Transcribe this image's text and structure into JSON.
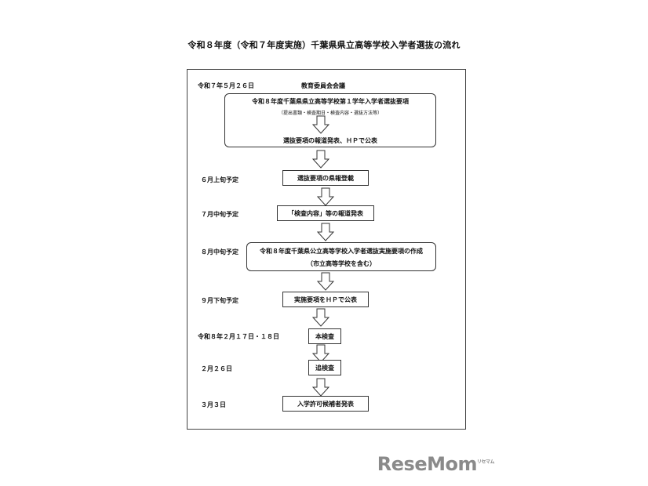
{
  "title": "令和８年度（令和７年度実施）千葉県県立高等学校入学者選抜の流れ",
  "steps": {
    "s1": {
      "date": "令和７年５月２６日",
      "heading": "教育委員会会議",
      "line1": "令和８年度千葉県県立高等学校第１学年入学者選抜要項",
      "line2": "（提出書類・検査期日・検査内容・選抜方法等）",
      "line3": "選抜要項の報道発表、ＨＰで公表"
    },
    "s2": {
      "date": "６月上旬予定",
      "label": "選抜要項の県報登載"
    },
    "s3": {
      "date": "７月中旬予定",
      "label": "「検査内容」等の報道発表"
    },
    "s4": {
      "date": "８月中旬予定",
      "line1": "令和８年度千葉県公立高等学校入学者選抜実施要項の作成",
      "line2": "（市立高等学校を含む）"
    },
    "s5": {
      "date": "９月下旬予定",
      "label": "実施要項をＨＰで公表"
    },
    "s6": {
      "date": "令和８年２月１７日・１８日",
      "label": "本検査"
    },
    "s7": {
      "date": "２月２６日",
      "label": "追検査"
    },
    "s8": {
      "date": "３月３日",
      "label": "入学許可候補者発表"
    }
  },
  "logo": {
    "text": "ReseMom",
    "sub": "リセマム"
  }
}
